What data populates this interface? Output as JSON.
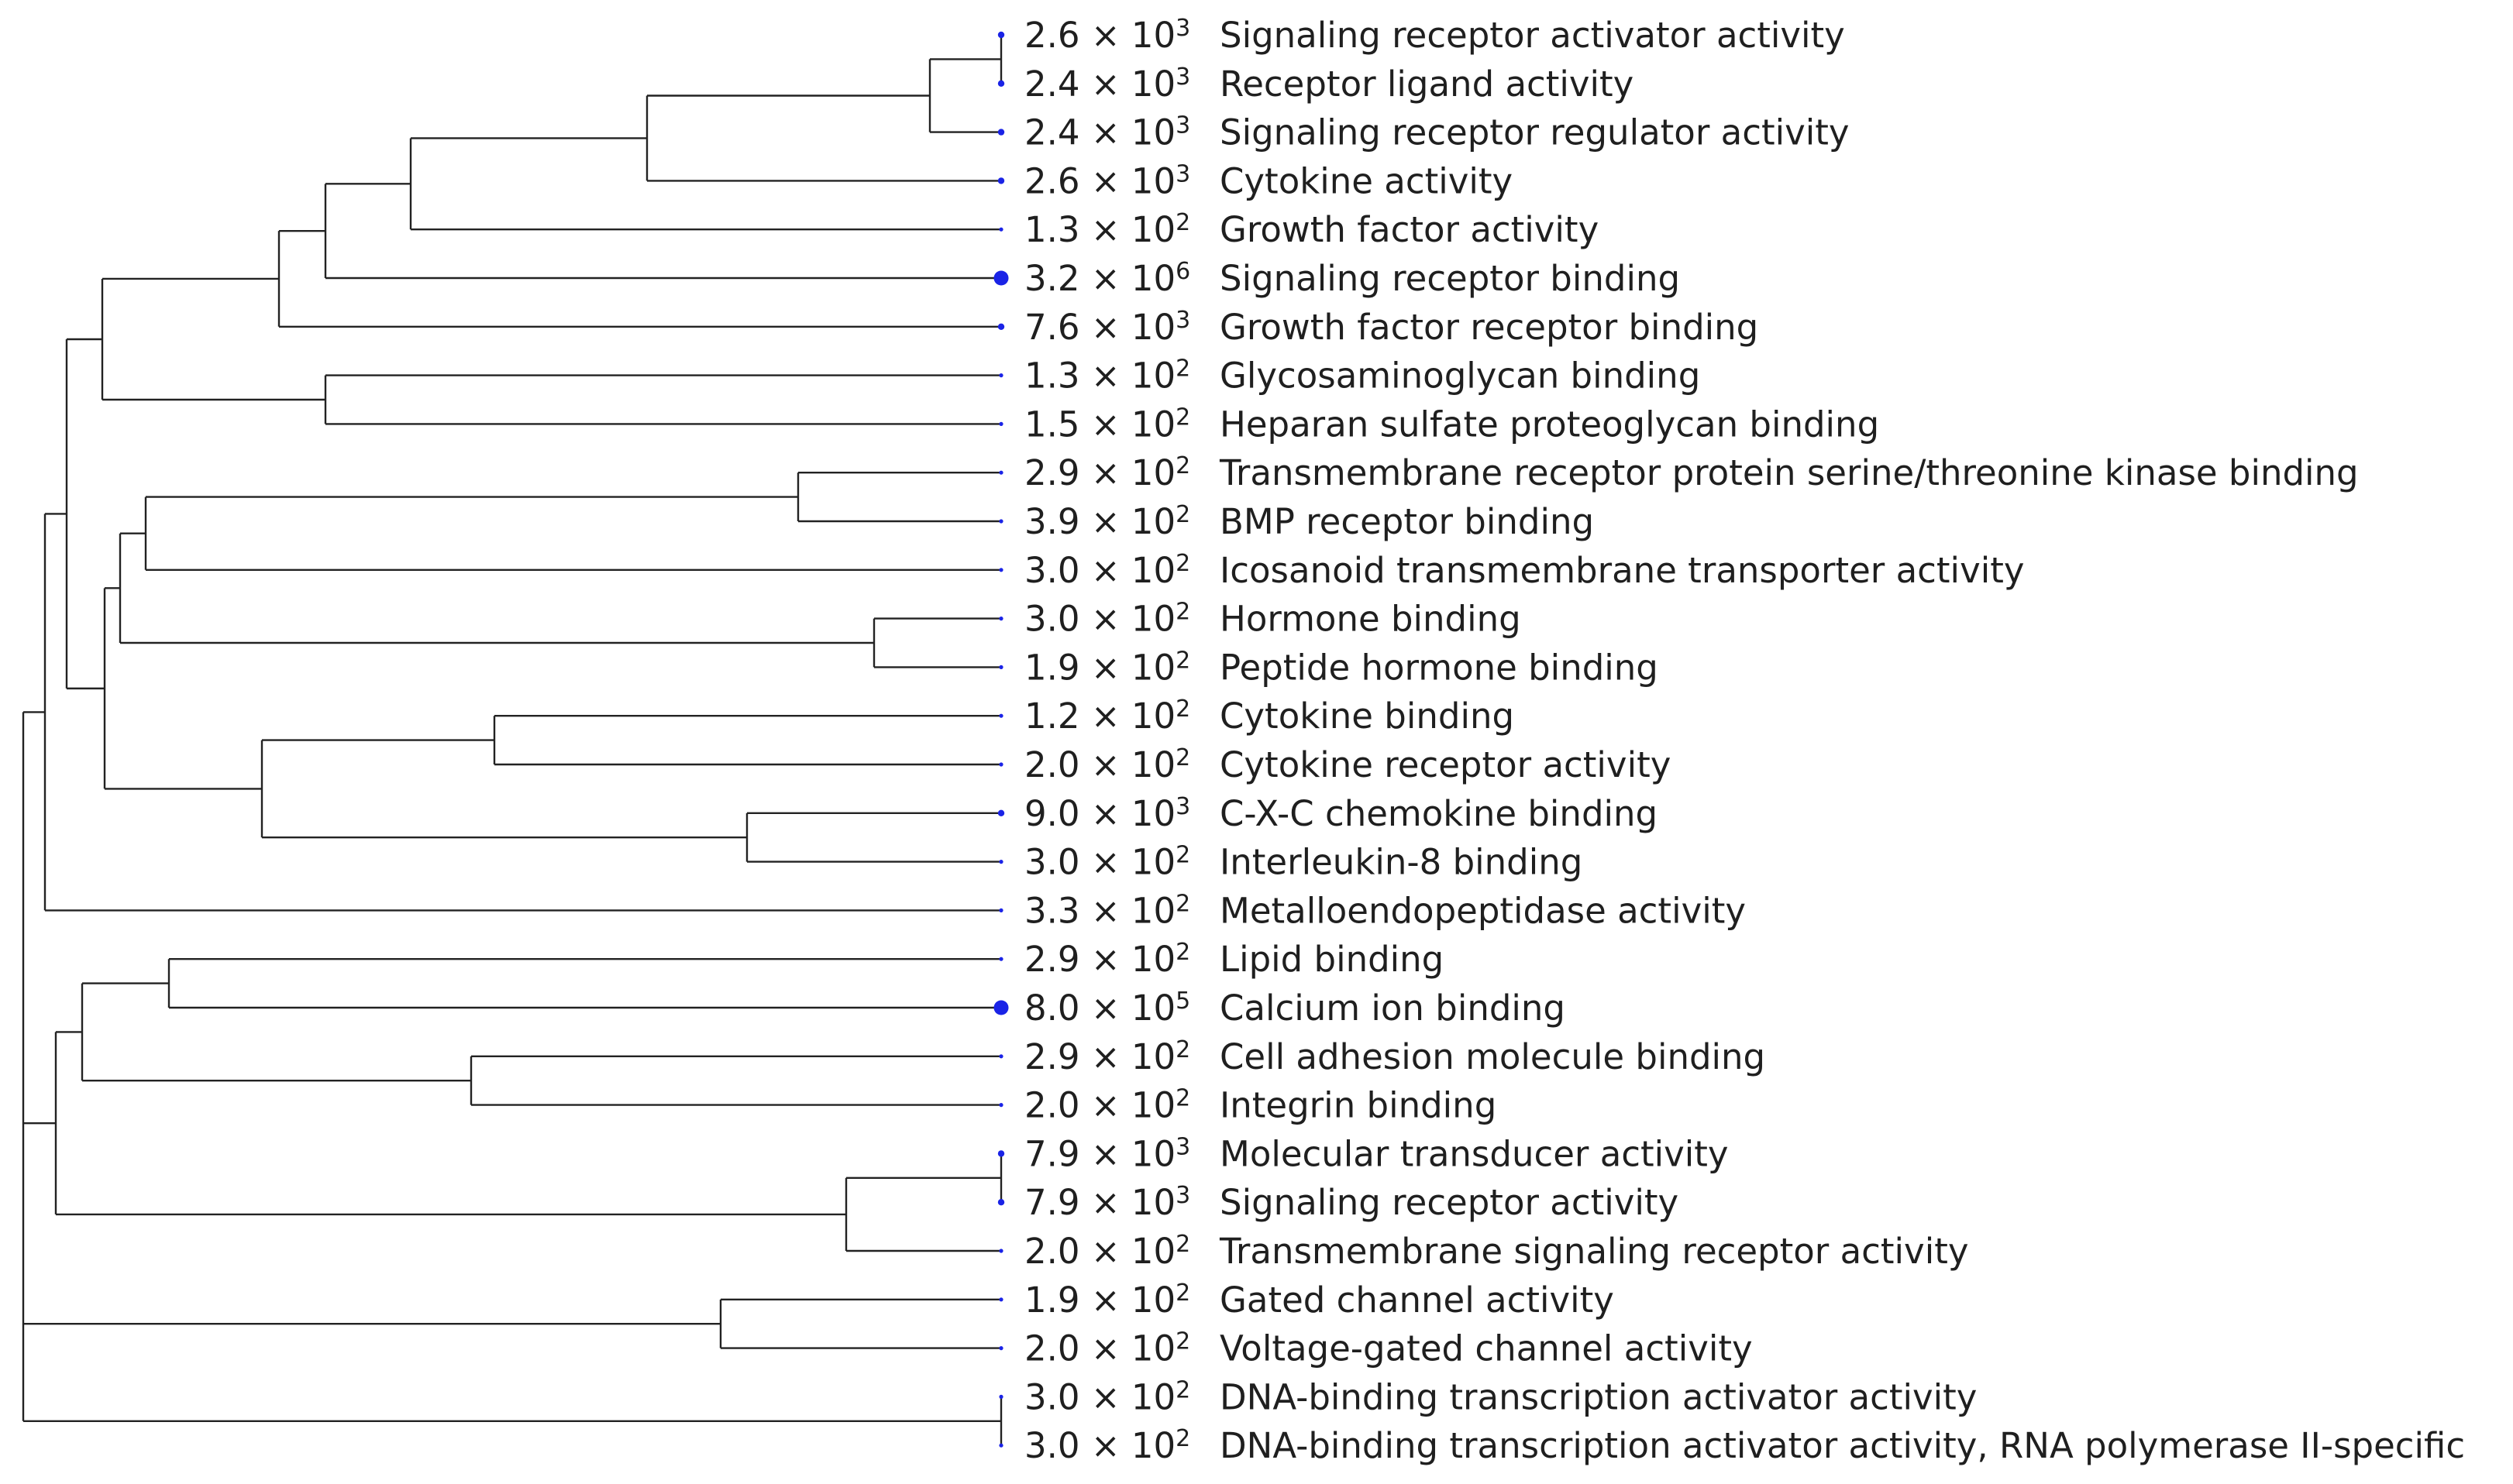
{
  "colors": {
    "branch": "#222222",
    "dot": "#1a23e6",
    "text": "#1f1f1f"
  },
  "leaves": [
    {
      "mantissa": "2.6",
      "exponent": "3",
      "label": "Signaling receptor activator activity"
    },
    {
      "mantissa": "2.4",
      "exponent": "3",
      "label": "Receptor ligand activity"
    },
    {
      "mantissa": "2.4",
      "exponent": "3",
      "label": "Signaling receptor regulator activity"
    },
    {
      "mantissa": "2.6",
      "exponent": "3",
      "label": "Cytokine activity"
    },
    {
      "mantissa": "1.3",
      "exponent": "2",
      "label": "Growth factor activity"
    },
    {
      "mantissa": "3.2",
      "exponent": "6",
      "label": "Signaling receptor binding"
    },
    {
      "mantissa": "7.6",
      "exponent": "3",
      "label": "Growth factor receptor binding"
    },
    {
      "mantissa": "1.3",
      "exponent": "2",
      "label": "Glycosaminoglycan binding"
    },
    {
      "mantissa": "1.5",
      "exponent": "2",
      "label": "Heparan sulfate proteoglycan binding"
    },
    {
      "mantissa": "2.9",
      "exponent": "2",
      "label": "Transmembrane receptor protein serine/threonine kinase binding"
    },
    {
      "mantissa": "3.9",
      "exponent": "2",
      "label": "BMP receptor binding"
    },
    {
      "mantissa": "3.0",
      "exponent": "2",
      "label": "Icosanoid transmembrane transporter activity"
    },
    {
      "mantissa": "3.0",
      "exponent": "2",
      "label": "Hormone binding"
    },
    {
      "mantissa": "1.9",
      "exponent": "2",
      "label": "Peptide hormone binding"
    },
    {
      "mantissa": "1.2",
      "exponent": "2",
      "label": "Cytokine binding"
    },
    {
      "mantissa": "2.0",
      "exponent": "2",
      "label": "Cytokine receptor activity"
    },
    {
      "mantissa": "9.0",
      "exponent": "3",
      "label": "C-X-C chemokine binding"
    },
    {
      "mantissa": "3.0",
      "exponent": "2",
      "label": "Interleukin-8 binding"
    },
    {
      "mantissa": "3.3",
      "exponent": "2",
      "label": "Metalloendopeptidase activity"
    },
    {
      "mantissa": "2.9",
      "exponent": "2",
      "label": "Lipid binding"
    },
    {
      "mantissa": "8.0",
      "exponent": "5",
      "label": "Calcium ion binding"
    },
    {
      "mantissa": "2.9",
      "exponent": "2",
      "label": "Cell adhesion molecule binding"
    },
    {
      "mantissa": "2.0",
      "exponent": "2",
      "label": "Integrin binding"
    },
    {
      "mantissa": "7.9",
      "exponent": "3",
      "label": "Molecular transducer activity"
    },
    {
      "mantissa": "7.9",
      "exponent": "3",
      "label": "Signaling receptor activity"
    },
    {
      "mantissa": "2.0",
      "exponent": "2",
      "label": "Transmembrane signaling receptor activity"
    },
    {
      "mantissa": "1.9",
      "exponent": "2",
      "label": "Gated channel activity"
    },
    {
      "mantissa": "2.0",
      "exponent": "2",
      "label": "Voltage-gated channel activity"
    },
    {
      "mantissa": "3.0",
      "exponent": "2",
      "label": "DNA-binding transcription activator activity"
    },
    {
      "mantissa": "3.0",
      "exponent": "2",
      "label": "DNA-binding transcription activator activity, RNA polymerase II-specific"
    }
  ]
}
